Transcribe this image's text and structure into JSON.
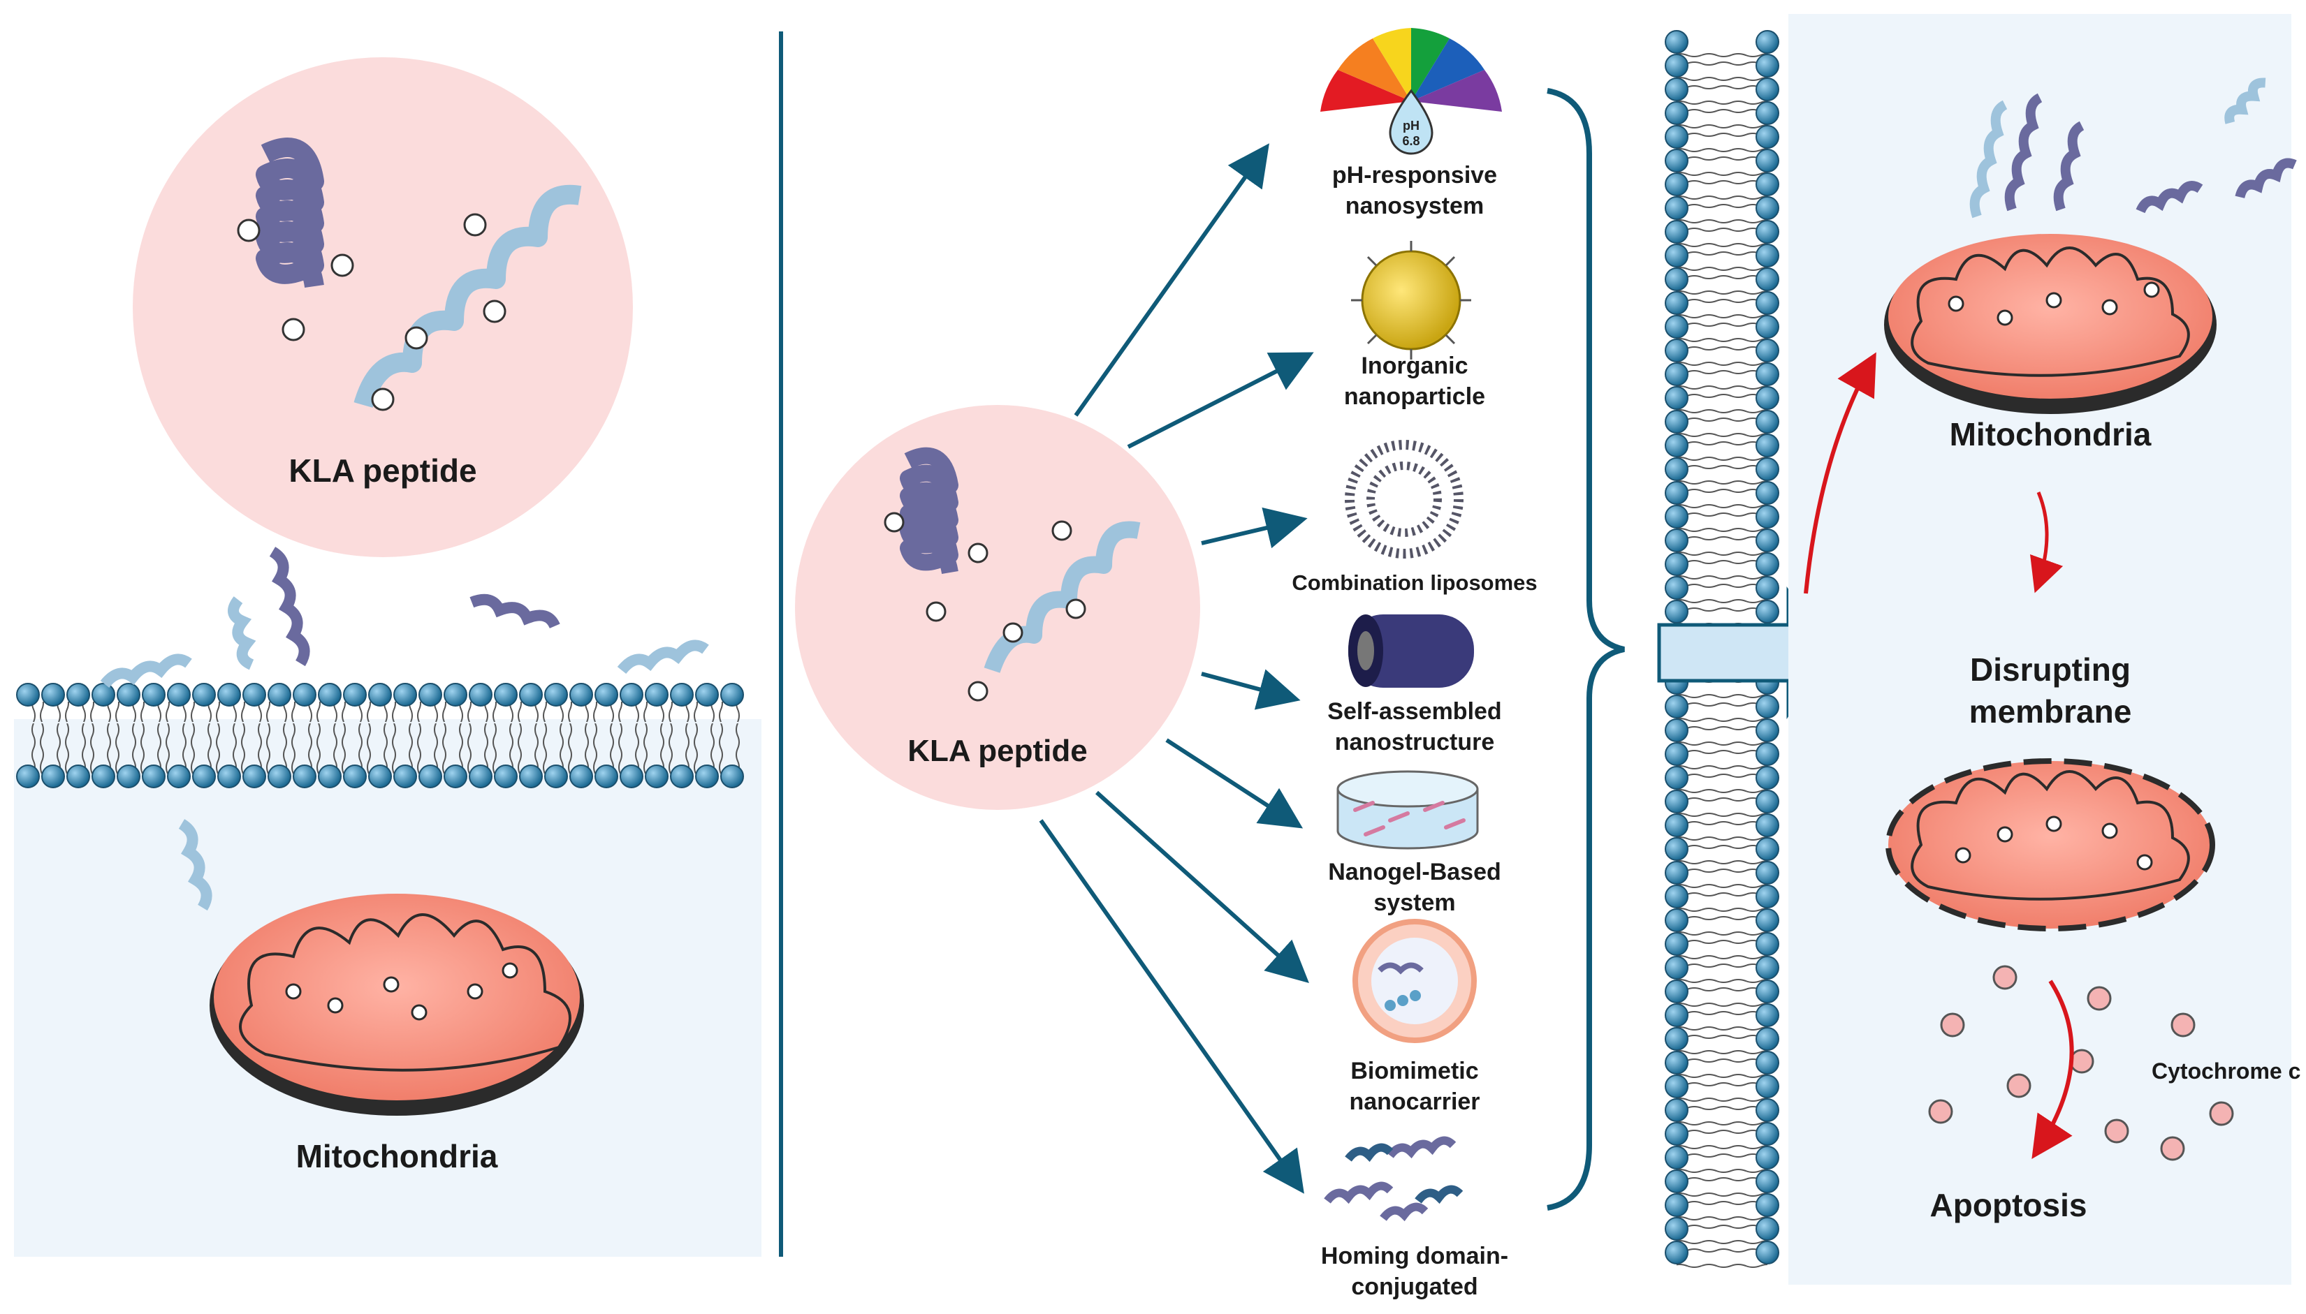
{
  "left_panel": {
    "peptide_label": "KLA peptide",
    "mito_label": "Mitochondria"
  },
  "center": {
    "peptide_label": "KLA peptide",
    "nanosystems": [
      {
        "line1": "pH-responsive",
        "line2": "nanosystem",
        "icon": "ph-scale-icon"
      },
      {
        "line1": "Inorganic",
        "line2": "nanoparticle",
        "icon": "nanoparticle-icon"
      },
      {
        "line1": "Combination liposomes",
        "line2": "",
        "icon": "liposome-icon"
      },
      {
        "line1": "Self-assembled",
        "line2": "nanostructure",
        "icon": "nanostructure-icon"
      },
      {
        "line1": "Nanogel-Based",
        "line2": "system",
        "icon": "nanogel-icon"
      },
      {
        "line1": "Biomimetic",
        "line2": "nanocarrier",
        "icon": "biomimetic-icon"
      },
      {
        "line1": "Homing domain-",
        "line2": "conjugated",
        "icon": "homing-domain-icon"
      }
    ],
    "ph_value_1": "pH",
    "ph_value_2": "6.8"
  },
  "right_panel": {
    "mito_label": "Mitochondria",
    "disrupt_line1": "Disrupting",
    "disrupt_line2": "membrane",
    "cytochrome_label": "Cytochrome c",
    "apoptosis_label": "Apoptosis"
  },
  "colors": {
    "peptide_circle": "#fbdcdc",
    "helix_dark": "#6a6a9e",
    "helix_light": "#9ec3dc",
    "membrane_head": "#2f7ea8",
    "arrow_teal": "#0f5a78",
    "red_arrow": "#d8161c",
    "mito_fill": "#f28b78",
    "bg_panel": "#eef5fb"
  }
}
